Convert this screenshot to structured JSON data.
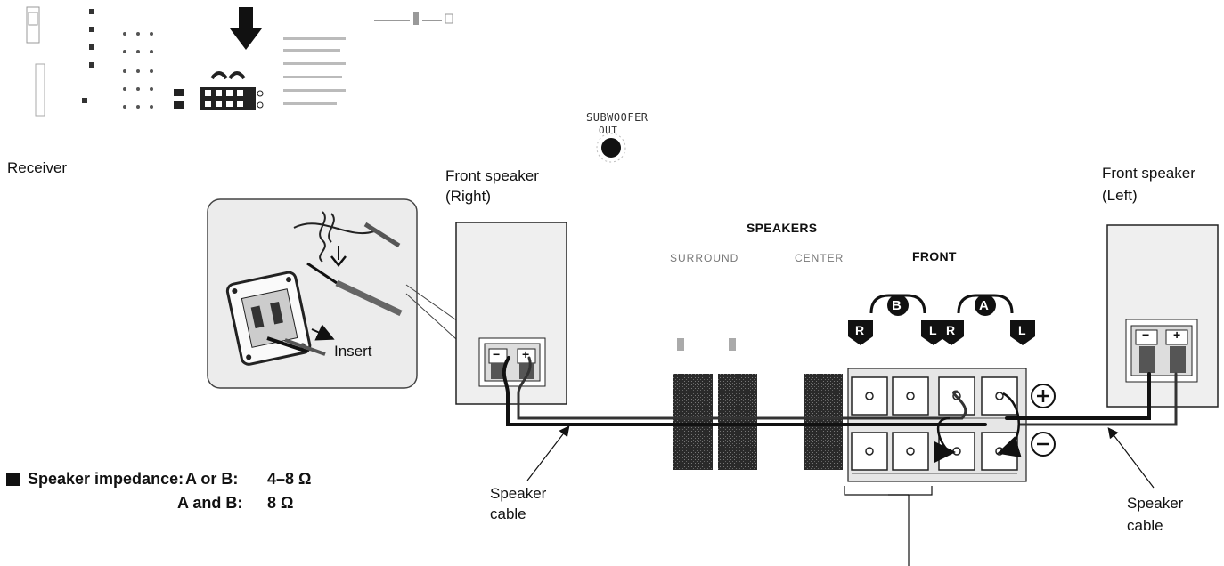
{
  "labels": {
    "receiver": "Receiver",
    "front_right_line1": "Front speaker",
    "front_right_line2": "(Right)",
    "front_left_line1": "Front speaker",
    "front_left_line2": "(Left)",
    "insert": "Insert",
    "subwoofer_line1": "SUBWOOFER",
    "subwoofer_line2": "OUT",
    "speakers_heading": "SPEAKERS",
    "surround": "SURROUND",
    "center": "CENTER",
    "front": "FRONT",
    "badge_b": "B",
    "badge_a": "A",
    "badge_r": "R",
    "badge_l": "L",
    "plus_sign": "+",
    "minus_sign": "−",
    "speaker_cable_left_line1": "Speaker",
    "speaker_cable_left_line2": "cable",
    "speaker_cable_right_line1": "Speaker",
    "speaker_cable_right_line2": "cable",
    "impedance_title": "Speaker impedance:",
    "impedance_row1_key": "A or B:",
    "impedance_row1_value": "4–8 Ω",
    "impedance_row2_key": "A and B:",
    "impedance_row2_value": "8 Ω"
  },
  "colors": {
    "ink": "#111111",
    "panel": "#e9e9e9",
    "terminal_face": "#d9d9d9",
    "terminal_dark": "#3a3a3a",
    "speaker_body": "#efefef"
  },
  "icons": [
    "down-arrow-icon",
    "terminal-block-icon",
    "speaker-cabinet-icon",
    "plus-circle-icon",
    "minus-circle-icon"
  ]
}
